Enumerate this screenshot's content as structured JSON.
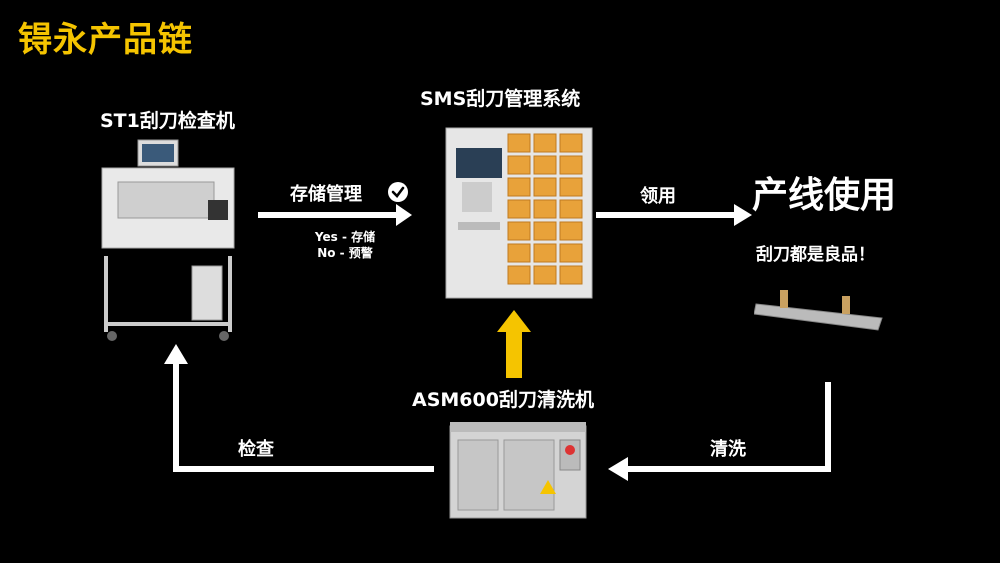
{
  "title": "锝永产品链",
  "nodes": {
    "st1": "ST1刮刀检查机",
    "sms": "SMS刮刀管理系统",
    "line": "产线使用",
    "line_sub": "刮刀都是良品！",
    "asm": "ASM600刮刀清洗机"
  },
  "edges": {
    "store": "存储管理",
    "yes": "Yes - 存储",
    "no": "No - 预警",
    "use": "领用",
    "wash": "清洗",
    "check": "检查"
  },
  "colors": {
    "title": "#f5c400",
    "highlight_arrow": "#f5c400",
    "arrow": "#ffffff"
  }
}
